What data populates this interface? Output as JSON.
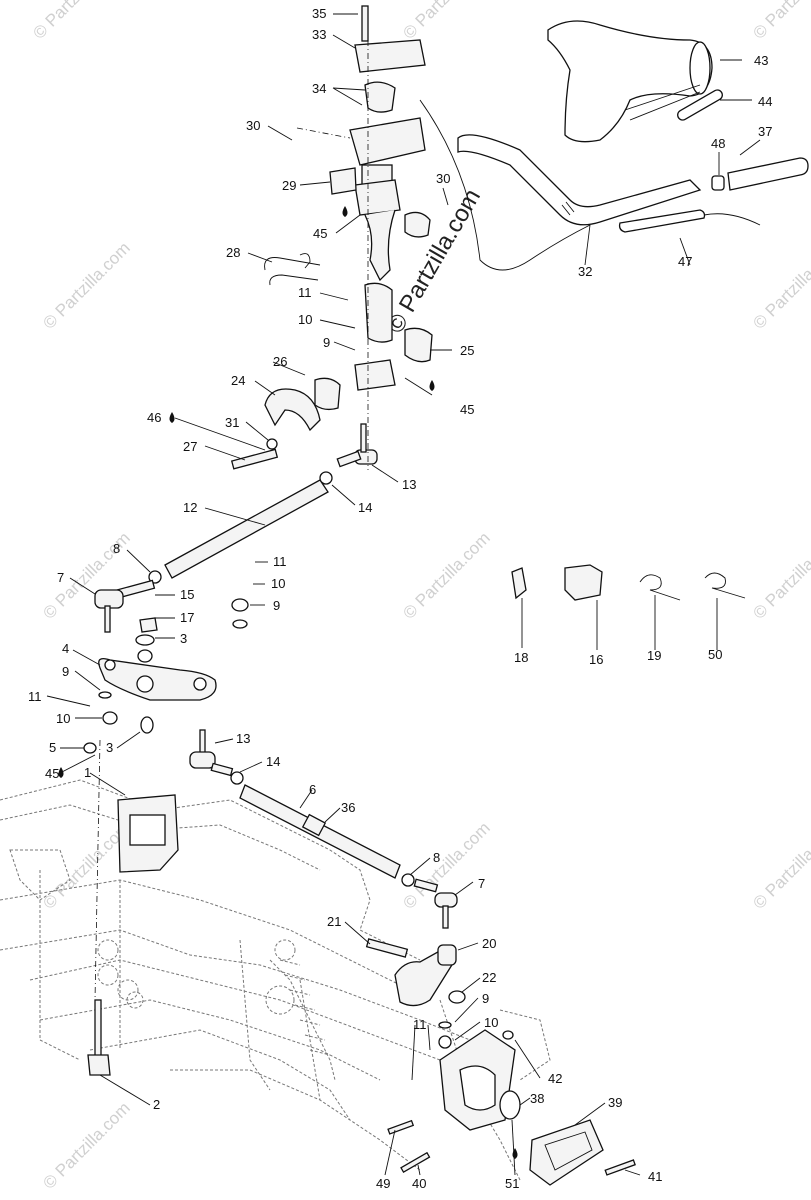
{
  "watermark": {
    "text": "© Partzilla.com",
    "main_text": "© Partzilla.com"
  },
  "callouts": [
    "35",
    "33",
    "34",
    "30",
    "29",
    "45",
    "30",
    "28",
    "11",
    "10",
    "9",
    "25",
    "26",
    "24",
    "45",
    "46",
    "31",
    "27",
    "13",
    "14",
    "12",
    "8",
    "7",
    "11",
    "10",
    "9",
    "15",
    "17",
    "3",
    "4",
    "9",
    "11",
    "10",
    "5",
    "3",
    "45",
    "13",
    "14",
    "6",
    "36",
    "1",
    "8",
    "7",
    "21",
    "20",
    "22",
    "9",
    "11",
    "10",
    "42",
    "38",
    "39",
    "2",
    "49",
    "40",
    "51",
    "41",
    "43",
    "44",
    "37",
    "48",
    "32",
    "47",
    "18",
    "16",
    "19",
    "50"
  ],
  "oil_drop_icon": "oil-drop-icon"
}
